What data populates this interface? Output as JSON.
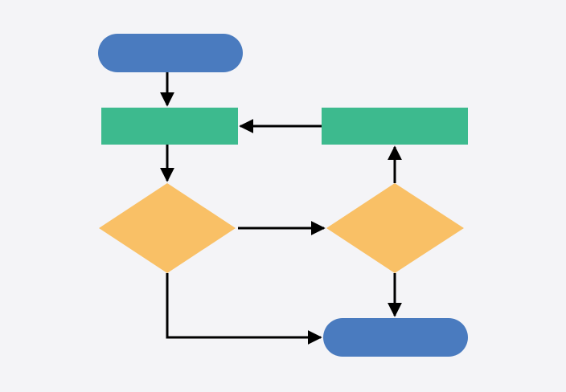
{
  "diagram": {
    "background_color": "#f4f4f7",
    "colors": {
      "terminal": "#4a7bbf",
      "process": "#3dba8e",
      "decision": "#f9c066",
      "connector": "#000000"
    },
    "nodes": {
      "start": {
        "shape": "terminal",
        "label": ""
      },
      "process_left": {
        "shape": "process",
        "label": ""
      },
      "process_right": {
        "shape": "process",
        "label": ""
      },
      "decision_left": {
        "shape": "decision",
        "label": ""
      },
      "decision_right": {
        "shape": "decision",
        "label": ""
      },
      "end": {
        "shape": "terminal",
        "label": ""
      }
    },
    "edges": [
      {
        "from": "start",
        "to": "process_left"
      },
      {
        "from": "process_left",
        "to": "decision_left"
      },
      {
        "from": "process_right",
        "to": "process_left"
      },
      {
        "from": "decision_left",
        "to": "decision_right"
      },
      {
        "from": "decision_right",
        "to": "process_right"
      },
      {
        "from": "decision_right",
        "to": "end"
      },
      {
        "from": "decision_left",
        "to": "end"
      }
    ]
  }
}
